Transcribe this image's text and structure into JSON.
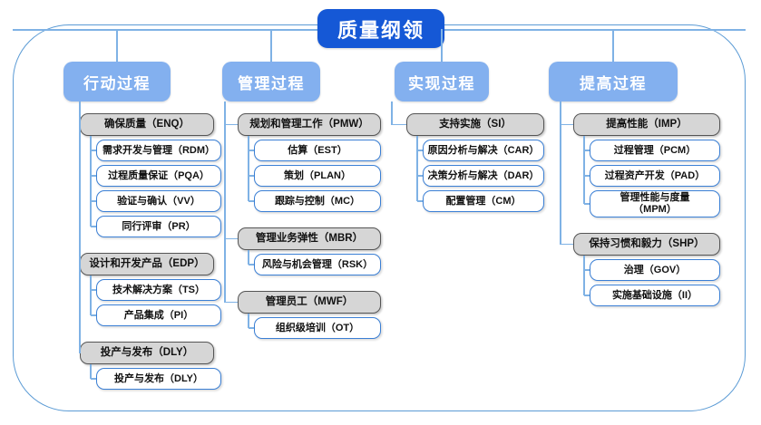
{
  "diagram": {
    "title": "质量纲领",
    "colors": {
      "title_fill": "#1558d6",
      "category_fill": "#83b0ef",
      "level2_fill": "#d6d6d6",
      "level2_border": "#555555",
      "level3_border": "#3a7fd5",
      "connector": "#7fb2e5",
      "frame_border": "#5b9bd5"
    },
    "columns": [
      {
        "header": "行动过程",
        "groups": [
          {
            "label": "确保质量（ENQ）",
            "items": [
              "需求开发与管理（RDM）",
              "过程质量保证（PQA）",
              "验证与确认（VV）",
              "同行评审（PR）"
            ]
          },
          {
            "label": "设计和开发产品（EDP）",
            "items": [
              "技术解决方案（TS）",
              "产品集成（PI）"
            ]
          },
          {
            "label": "投产与发布（DLY）",
            "items": [
              "投产与发布（DLY）"
            ]
          }
        ]
      },
      {
        "header": "管理过程",
        "groups": [
          {
            "label": "规划和管理工作（PMW）",
            "items": [
              "估算（EST）",
              "策划（PLAN）",
              "跟踪与控制（MC）"
            ]
          },
          {
            "label": "管理业务弹性（MBR）",
            "items": [
              "风险与机会管理（RSK）"
            ]
          },
          {
            "label": "管理员工（MWF）",
            "items": [
              "组织级培训（OT）"
            ]
          }
        ]
      },
      {
        "header": "实现过程",
        "groups": [
          {
            "label": "支持实施（SI）",
            "items": [
              "原因分析与解决（CAR）",
              "决策分析与解决（DAR）",
              "配置管理（CM）"
            ]
          }
        ]
      },
      {
        "header": "提高过程",
        "groups": [
          {
            "label": "提高性能（IMP）",
            "items": [
              "过程管理（PCM）",
              "过程资产开发（PAD）",
              "管理性能与度量\n（MPM）"
            ]
          },
          {
            "label": "保持习惯和毅力（SHP）",
            "items": [
              "治理（GOV）",
              "实施基础设施（II）"
            ]
          }
        ]
      }
    ]
  }
}
